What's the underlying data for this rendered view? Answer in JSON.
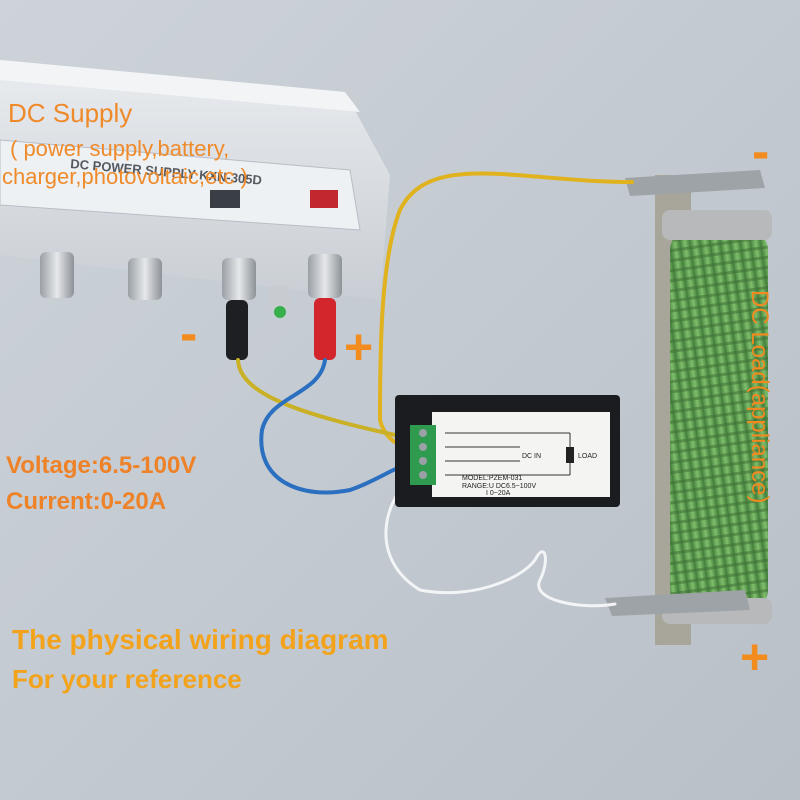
{
  "supply": {
    "title": "DC Supply",
    "desc_line1": "( power supply,battery,",
    "desc_line2": "charger,photovoltaic,etc )",
    "device_label": "DC POWER SUPPLY  KXN-305D",
    "minus_sign": "-",
    "plus_sign": "+"
  },
  "specs": {
    "voltage": "Voltage:6.5-100V",
    "current": "Current:0-20A"
  },
  "caption": {
    "line1": "The physical wiring diagram",
    "line2": "For your reference"
  },
  "load": {
    "label": "DC Load(appliance)",
    "minus_sign": "-",
    "plus_sign": "+"
  },
  "meter": {
    "dc_in": "DC IN",
    "load_box": "LOAD",
    "model": "MODEL:PZEM-031",
    "range_v": "RANGE:U DC6.5~100V",
    "range_i": "I  0~20A"
  },
  "colors": {
    "accent_orange": "#ef8a2a",
    "caption_yellow": "#f3a31b",
    "resistor_green": "#6aa75a",
    "terminal_green": "#2e9b4e",
    "wire_yellow": "#e0b21e",
    "wire_blue": "#2a6fc0"
  }
}
